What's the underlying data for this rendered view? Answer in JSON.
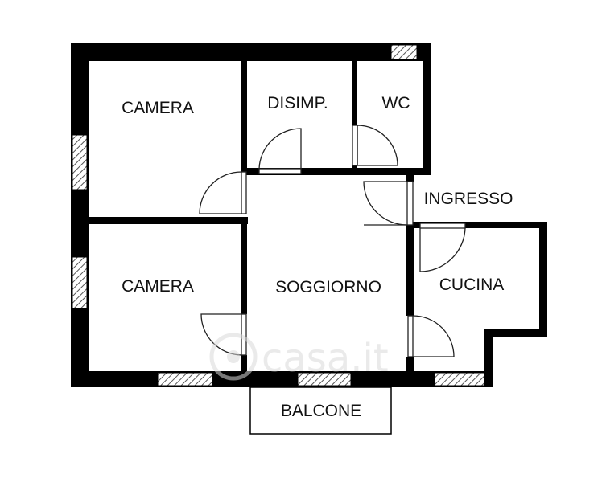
{
  "rooms": {
    "camera_top": "CAMERA",
    "camera_bottom": "CAMERA",
    "disimpegno": "DISIMP.",
    "wc": "WC",
    "ingresso": "INGRESSO",
    "soggiorno": "SOGGIORNO",
    "cucina": "CUCINA",
    "balcone": "BALCONE"
  },
  "watermark": {
    "text": "casa.it"
  },
  "colors": {
    "wall": "#000000",
    "window_hatch": "#555555",
    "door_arc": "#222222",
    "background": "#ffffff",
    "watermark": "#d9d9d9"
  }
}
